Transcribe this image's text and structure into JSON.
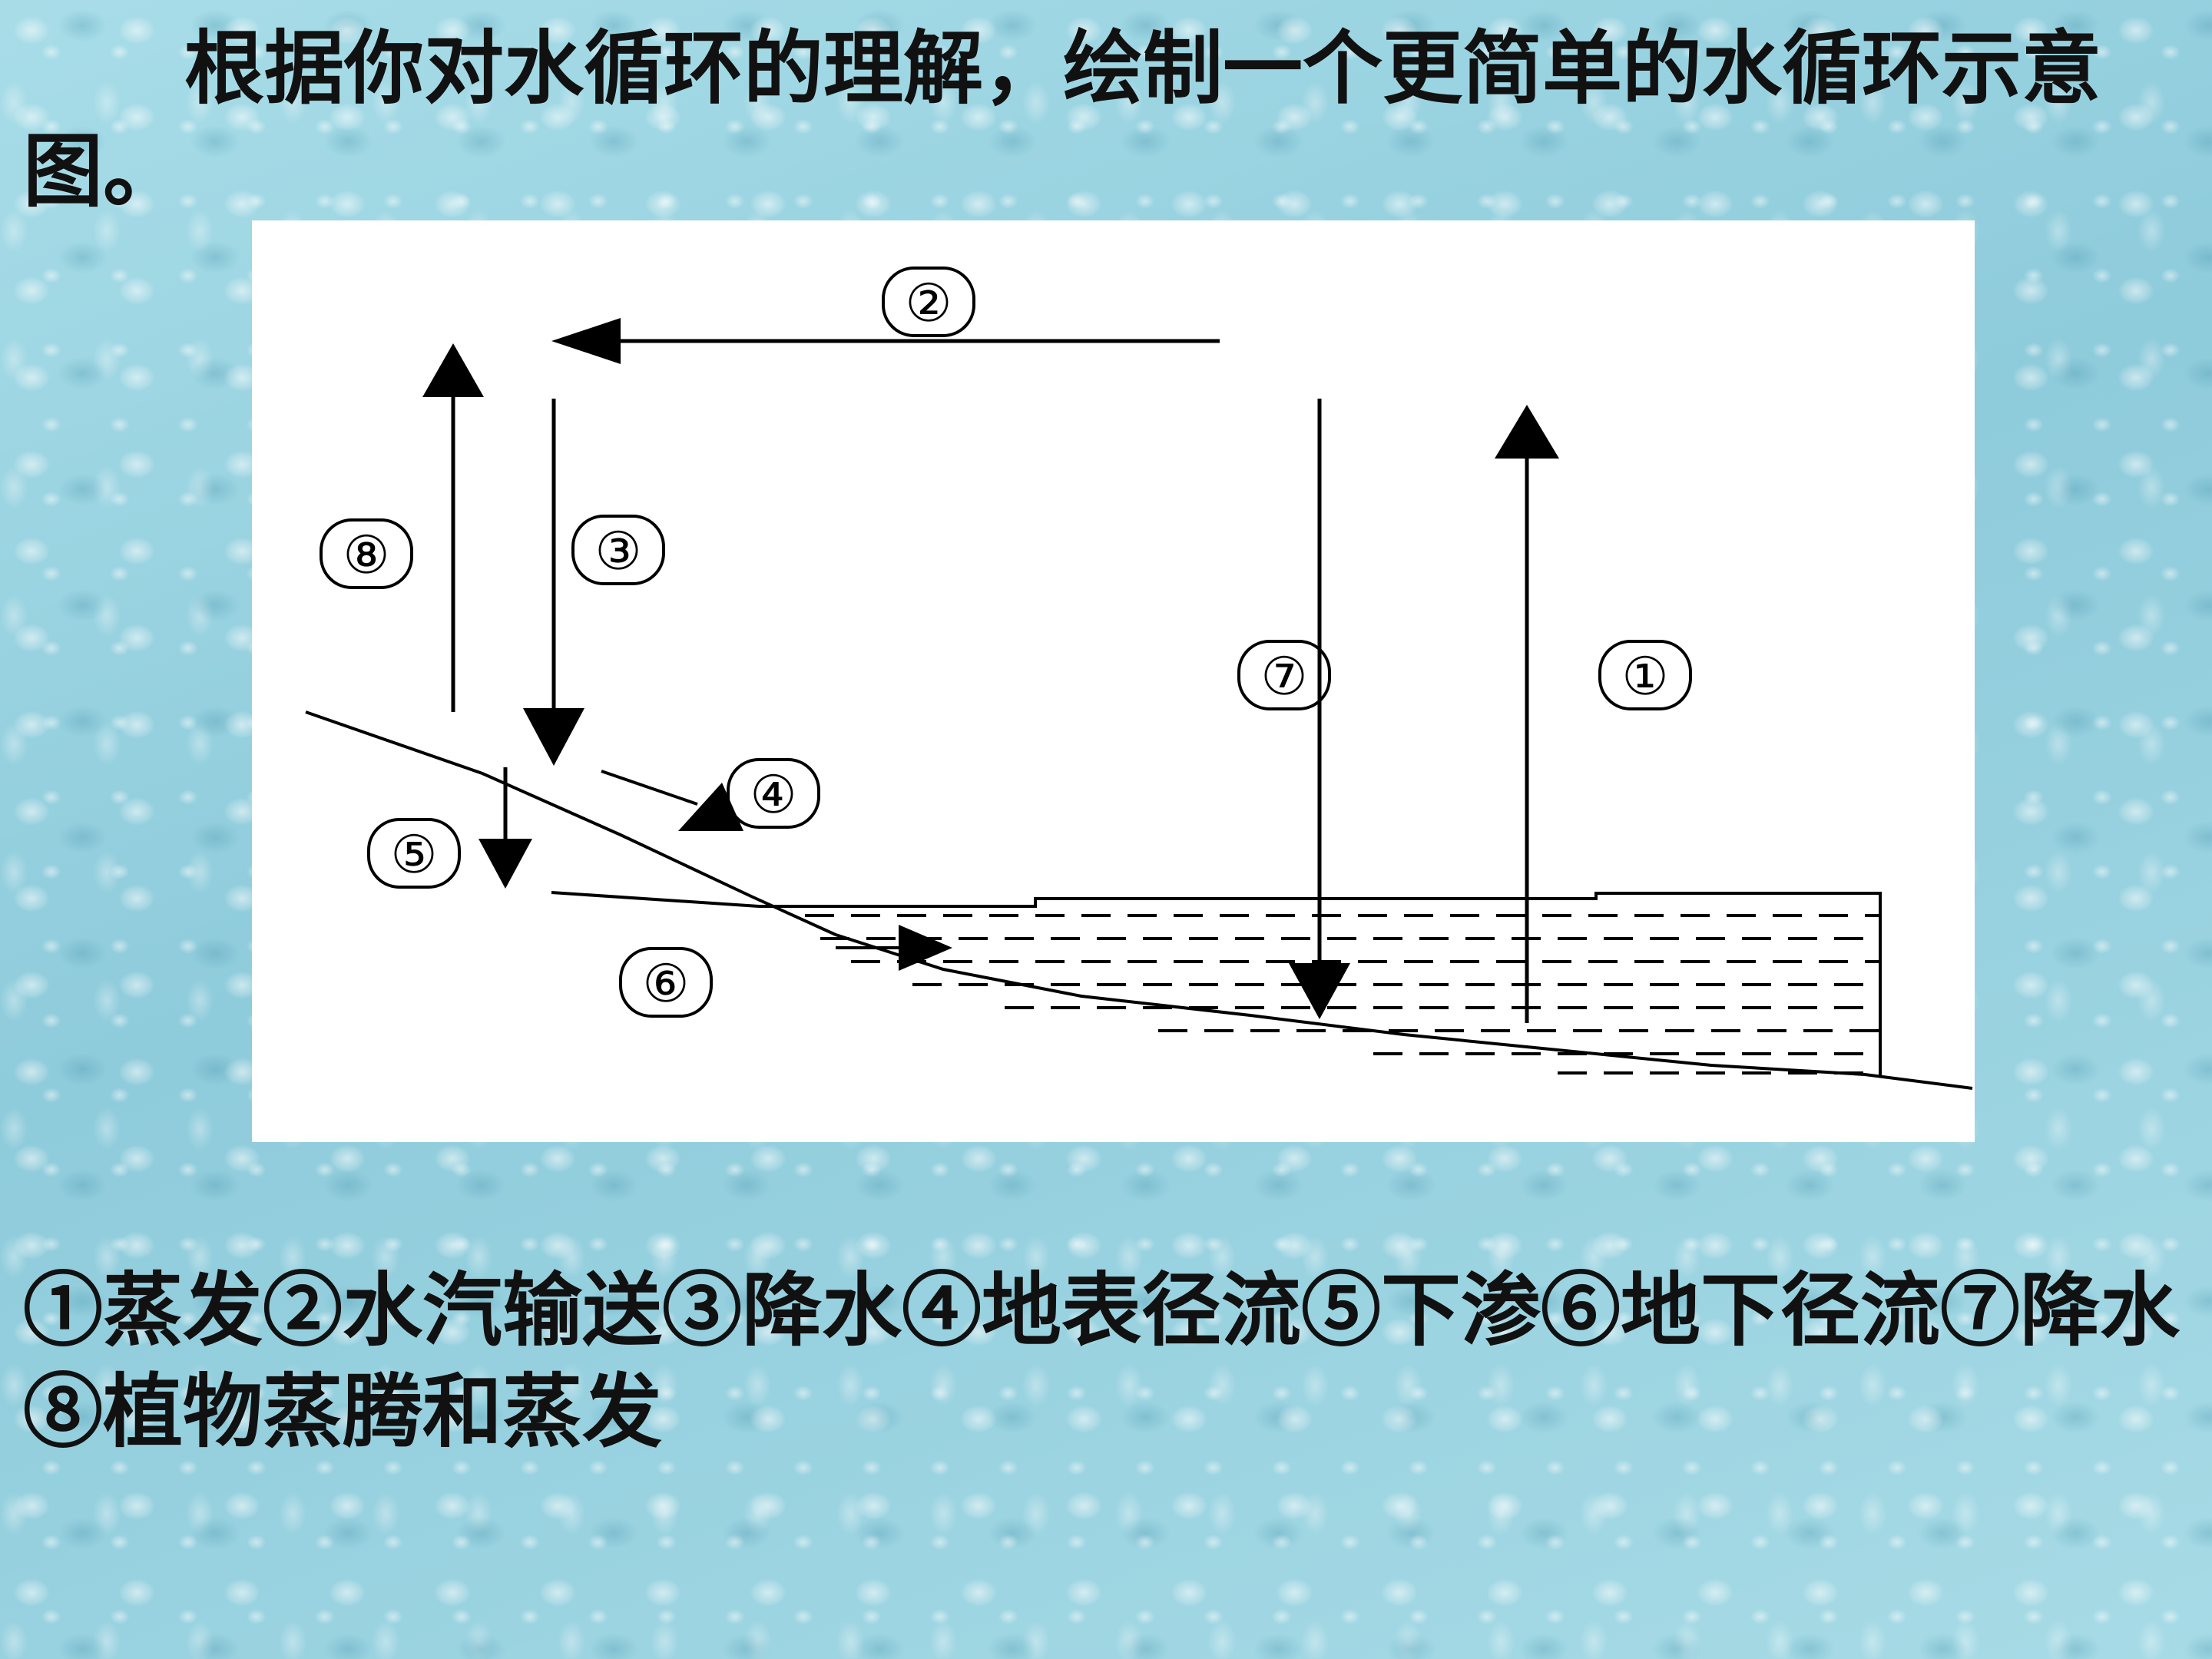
{
  "title": "根据你对水循环的理解，绘制一个更简单的水循环示意图。",
  "diagram": {
    "labels": {
      "evaporation": "①",
      "vapor_transport": "②",
      "precipitation_land": "③",
      "surface_runoff": "④",
      "infiltration": "⑤",
      "groundwater_runoff": "⑥",
      "precipitation_sea": "⑦",
      "transpiration": "⑧"
    }
  },
  "legend": "①蒸发②水汽输送③降水④地表径流⑤下渗⑥地下径流⑦降水⑧植物蒸腾和蒸发",
  "colors": {
    "background": "#9fd6e2",
    "ink": "#000000",
    "panel": "#ffffff"
  }
}
